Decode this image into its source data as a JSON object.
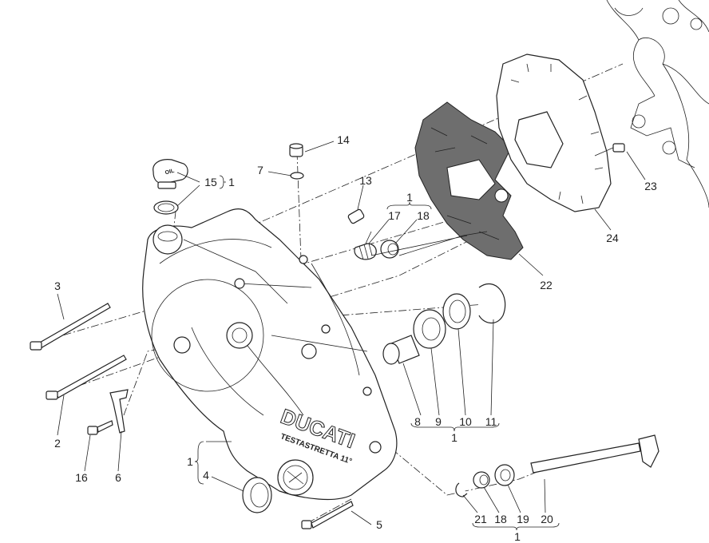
{
  "diagram": {
    "title_on_cover": "DUCATI",
    "subtitle_on_cover": "TESTASTRETTA 11°",
    "oil_cap_text": "OIL",
    "callouts": {
      "p14": "14",
      "p7": "7",
      "p13": "13",
      "p15": "15",
      "p15_group": "1",
      "p17_18_group": "1",
      "p17": "17",
      "p18a": "18",
      "p3": "3",
      "p2": "2",
      "p16": "16",
      "p6": "6",
      "p1_cover": "1",
      "p4": "4",
      "p5": "5",
      "p8": "8",
      "p9": "9",
      "p10": "10",
      "p11": "11",
      "p8_11_group": "1",
      "p21": "21",
      "p18b": "18",
      "p19": "19",
      "p20": "20",
      "p21_20_group": "1",
      "p22": "22",
      "p23": "23",
      "p24": "24"
    }
  }
}
